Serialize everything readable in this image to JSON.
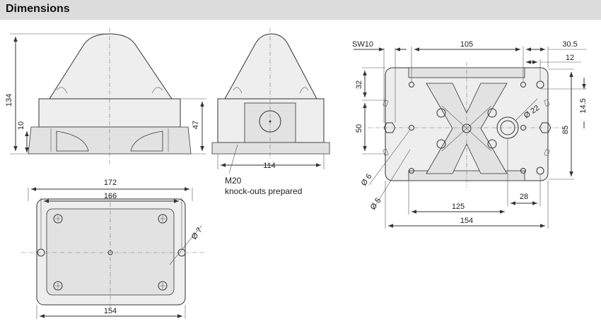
{
  "header": {
    "title": "Dimensions"
  },
  "front_view": {
    "dim_height_total": "134",
    "dim_base_height": "10",
    "dim_body_height": "47"
  },
  "side_view": {
    "dim_width": "114",
    "note_line1": "M20",
    "note_line2": "knock-outs prepared"
  },
  "top_view": {
    "dim_outer_width": "172",
    "dim_hole_spacing": "166",
    "dim_body_width": "154",
    "dim_hole_dia": "Ø 7"
  },
  "bottom_view": {
    "dim_wrench": "SW10",
    "dim_105": "105",
    "dim_30_5": "30.5",
    "dim_12": "12",
    "dim_32": "32",
    "dim_50": "50",
    "dim_14_5": "14.5",
    "dim_85": "85",
    "dim_22": "Ø 22",
    "dim_6": "Ø 6",
    "dim_5": "Ø 5",
    "dim_28": "28",
    "dim_125": "125",
    "dim_154": "154"
  }
}
